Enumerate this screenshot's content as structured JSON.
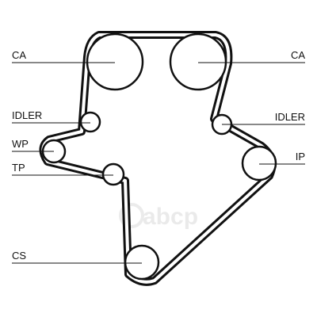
{
  "labels": {
    "ca_left": "CA",
    "ca_right": "CA",
    "idler_left": "IDLER",
    "idler_right": "IDLER",
    "wp": "WP",
    "tp": "TP",
    "ip": "IP",
    "cs": "CS"
  },
  "watermark": {
    "text": "abcp"
  },
  "colors": {
    "line": "#111111",
    "background": "#ffffff"
  }
}
